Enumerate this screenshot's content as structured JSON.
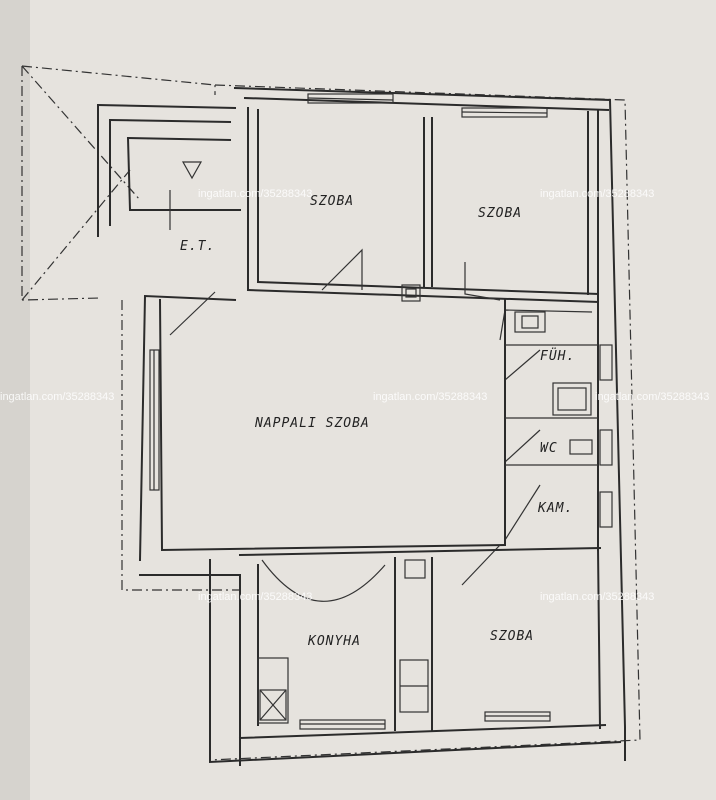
{
  "rooms": {
    "szoba_1": "SZOBA",
    "szoba_2": "SZOBA",
    "et": "E.T.",
    "nappali": "NAPPALI SZOBA",
    "fuh": "FÜH.",
    "wc": "WC",
    "kam": "KAM.",
    "konyha": "KONYHA",
    "szoba_3": "SZOBA"
  },
  "watermarks": {
    "top_center": "ingatlan.com/35288343",
    "top_right": "ingatlan.com/35288343",
    "mid_left": "ingatlan.com/35288343",
    "mid_center": "ingatlan.com/35288343",
    "mid_right": "ingatlan.com/35288343",
    "bottom_left": "ingatlan.com/35288343",
    "bottom_right": "ingatlan.com/35288343"
  }
}
